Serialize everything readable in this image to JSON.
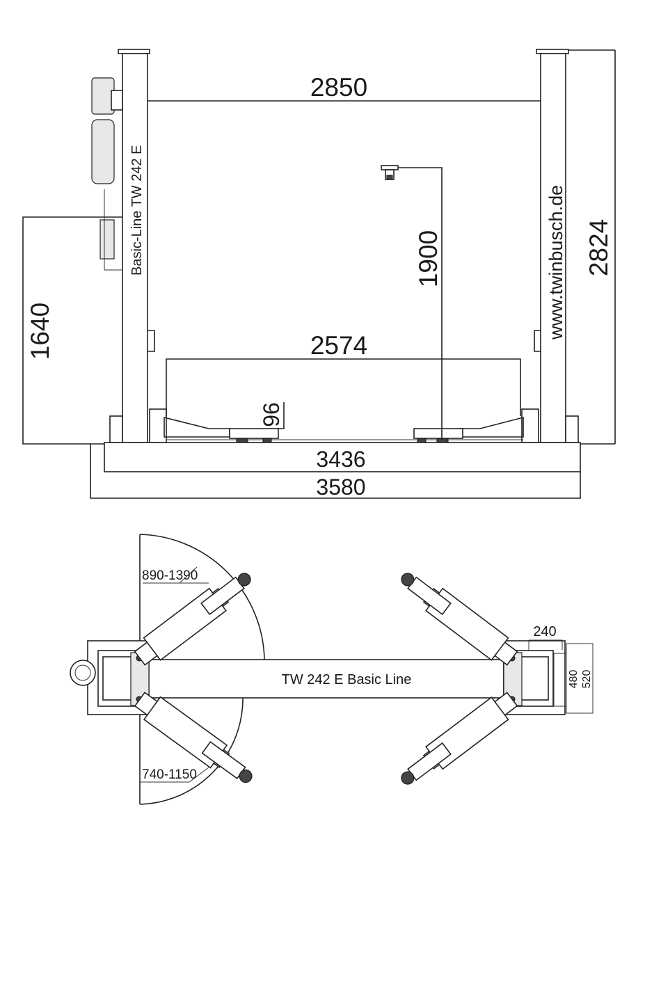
{
  "front_view": {
    "dimensions": {
      "column_spacing": "2850",
      "total_height": "2824",
      "lift_height": "1900",
      "height_left": "1640",
      "inner_width": "2574",
      "min_height": "96",
      "base_width": "3436",
      "total_width": "3580"
    },
    "left_column_label": "Basic-Line TW 242 E",
    "right_column_label": "www.twinbusch.de"
  },
  "top_view": {
    "center_label": "TW 242 E  Basic Line",
    "arm_range_long": "890-1390",
    "arm_range_short": "740-1150",
    "column_width": "240",
    "column_depth_inner": "480",
    "column_depth_outer": "520"
  }
}
